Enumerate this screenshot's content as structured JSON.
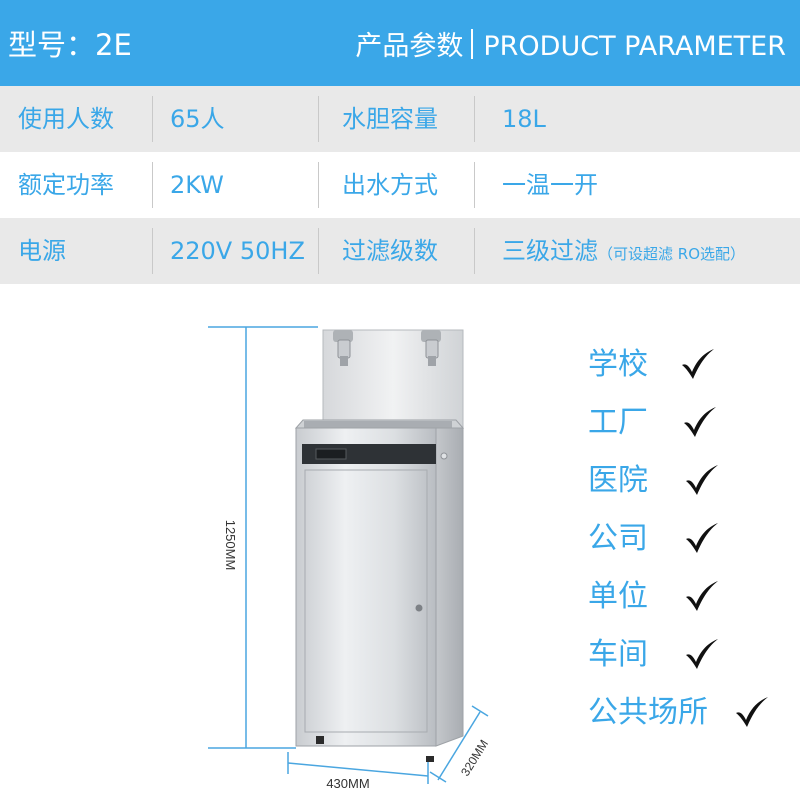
{
  "header": {
    "model": "型号：2E",
    "title_cn": "产品参数",
    "title_en": "PRODUCT PARAMETER"
  },
  "params": [
    {
      "k1": "使用人数",
      "v1": "65人",
      "k2": "水胆容量",
      "v2": "18L",
      "v2_note": ""
    },
    {
      "k1": "额定功率",
      "v1": "2KW",
      "k2": "出水方式",
      "v2": "一温一开",
      "v2_note": ""
    },
    {
      "k1": "电源",
      "v1": "220V 50HZ",
      "k2": "过滤级数",
      "v2": "三级过滤",
      "v2_note": "（可设超滤 RO选配）"
    }
  ],
  "dimensions": {
    "height": "1250MM",
    "width": "430MM",
    "depth": "320MM"
  },
  "uses": [
    "学校",
    "工厂",
    "医院",
    "公司",
    "单位",
    "车间",
    "公共场所"
  ],
  "colors": {
    "accent": "#3aa7e8",
    "header_bg": "#3aa7e8",
    "row_alt": "#e9e9e9"
  }
}
